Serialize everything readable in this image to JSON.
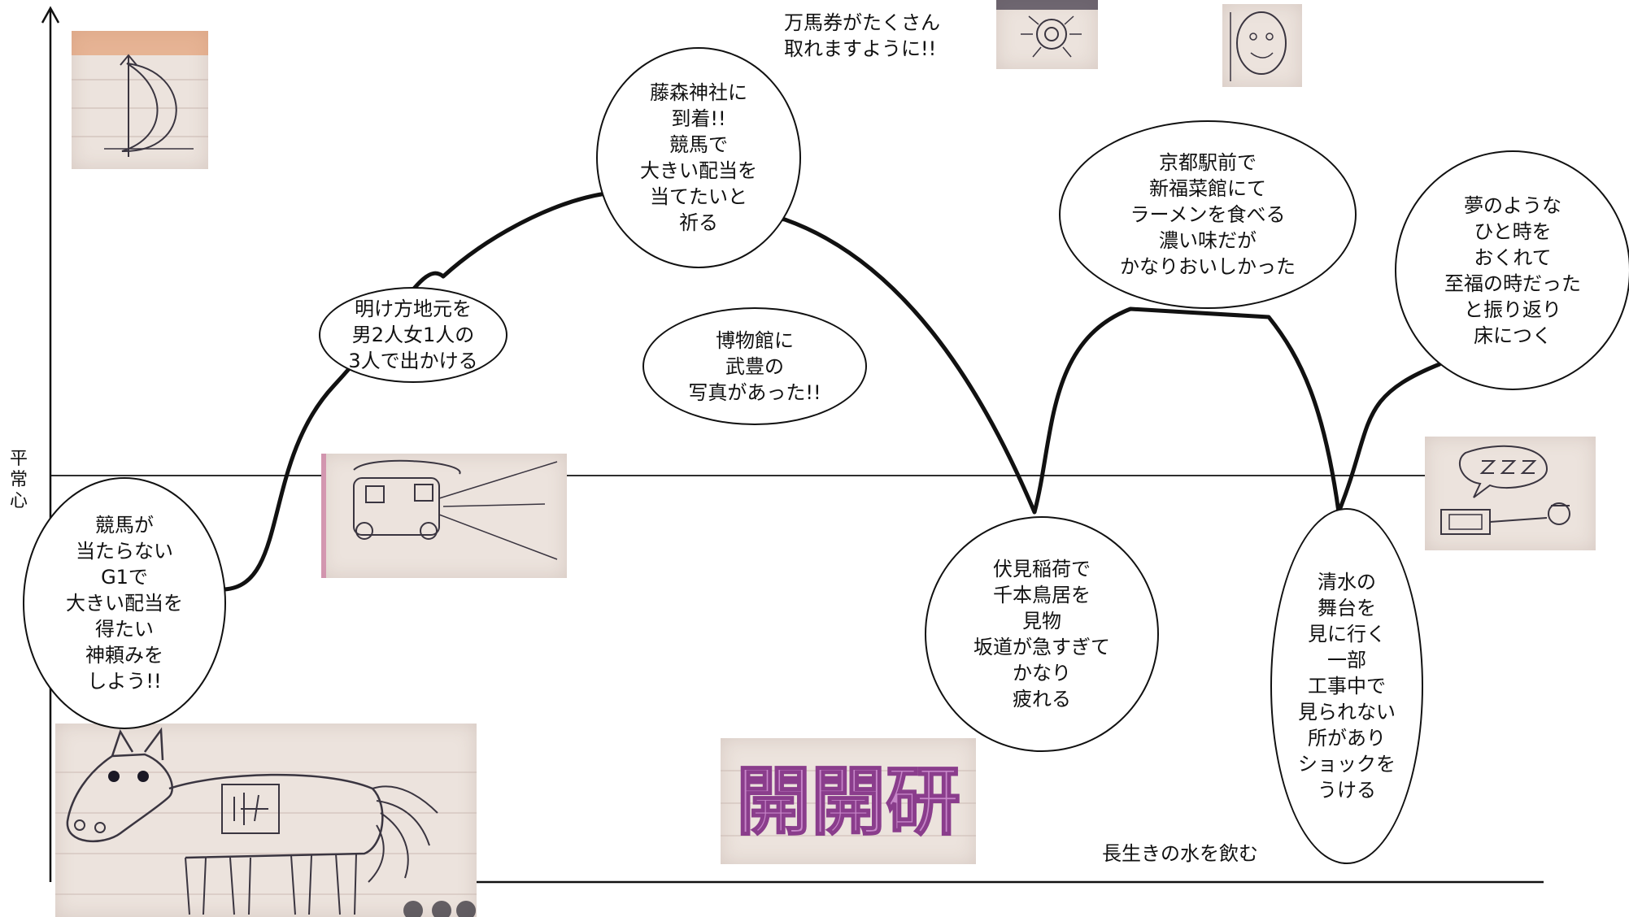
{
  "axis": {
    "y_label": "平常心"
  },
  "bubbles": [
    {
      "id": "keiba",
      "text": "競馬が\n当たらない\nG1で\n大きい配当を\n得たい\n神頼みを\nしよう!!"
    },
    {
      "id": "dawn",
      "text": "明け方地元を\n男2人女1人の\n3人で出かける"
    },
    {
      "id": "fujinomori",
      "text": "藤森神社に\n到着!!\n競馬で\n大きい配当を\n当てたいと\n祈る"
    },
    {
      "id": "museum",
      "text": "博物館に\n武豊の\n写真があった!!"
    },
    {
      "id": "fushimi",
      "text": "伏見稲荷で\n千本鳥居を\n見物\n坂道が急すぎて\nかなり\n疲れる"
    },
    {
      "id": "kyoto-ramen",
      "text": "京都駅前で\n新福菜館にて\nラーメンを食べる\n濃い味だが\nかなりおいしかった"
    },
    {
      "id": "kiyomizu",
      "text": "清水の\n舞台を\n見に行く\n一部\n工事中で\n見られない\n所があり\nショックを\nうける"
    },
    {
      "id": "dream",
      "text": "夢のような\nひと時を\nおくれて\n至福の時だった\nと振り返り\n床につく"
    }
  ],
  "annotations": {
    "mabaken": "万馬券がたくさん\n取れますように!!",
    "water": "長生きの水を飲む"
  },
  "sketches": {
    "moon": "moon-sketch",
    "car": "car-sketch",
    "sun": "sun-sketch",
    "face": "face-sketch",
    "sleep": "sleeping-person-sketch",
    "horse": "horse-sketch",
    "kaikaike": "開開研"
  },
  "colors": {
    "line": "#111111",
    "paper": "#ece3dd",
    "pencil": "#3a3540",
    "kanji_fill": "#c786c9",
    "kanji_stroke": "#8a3d8c"
  }
}
